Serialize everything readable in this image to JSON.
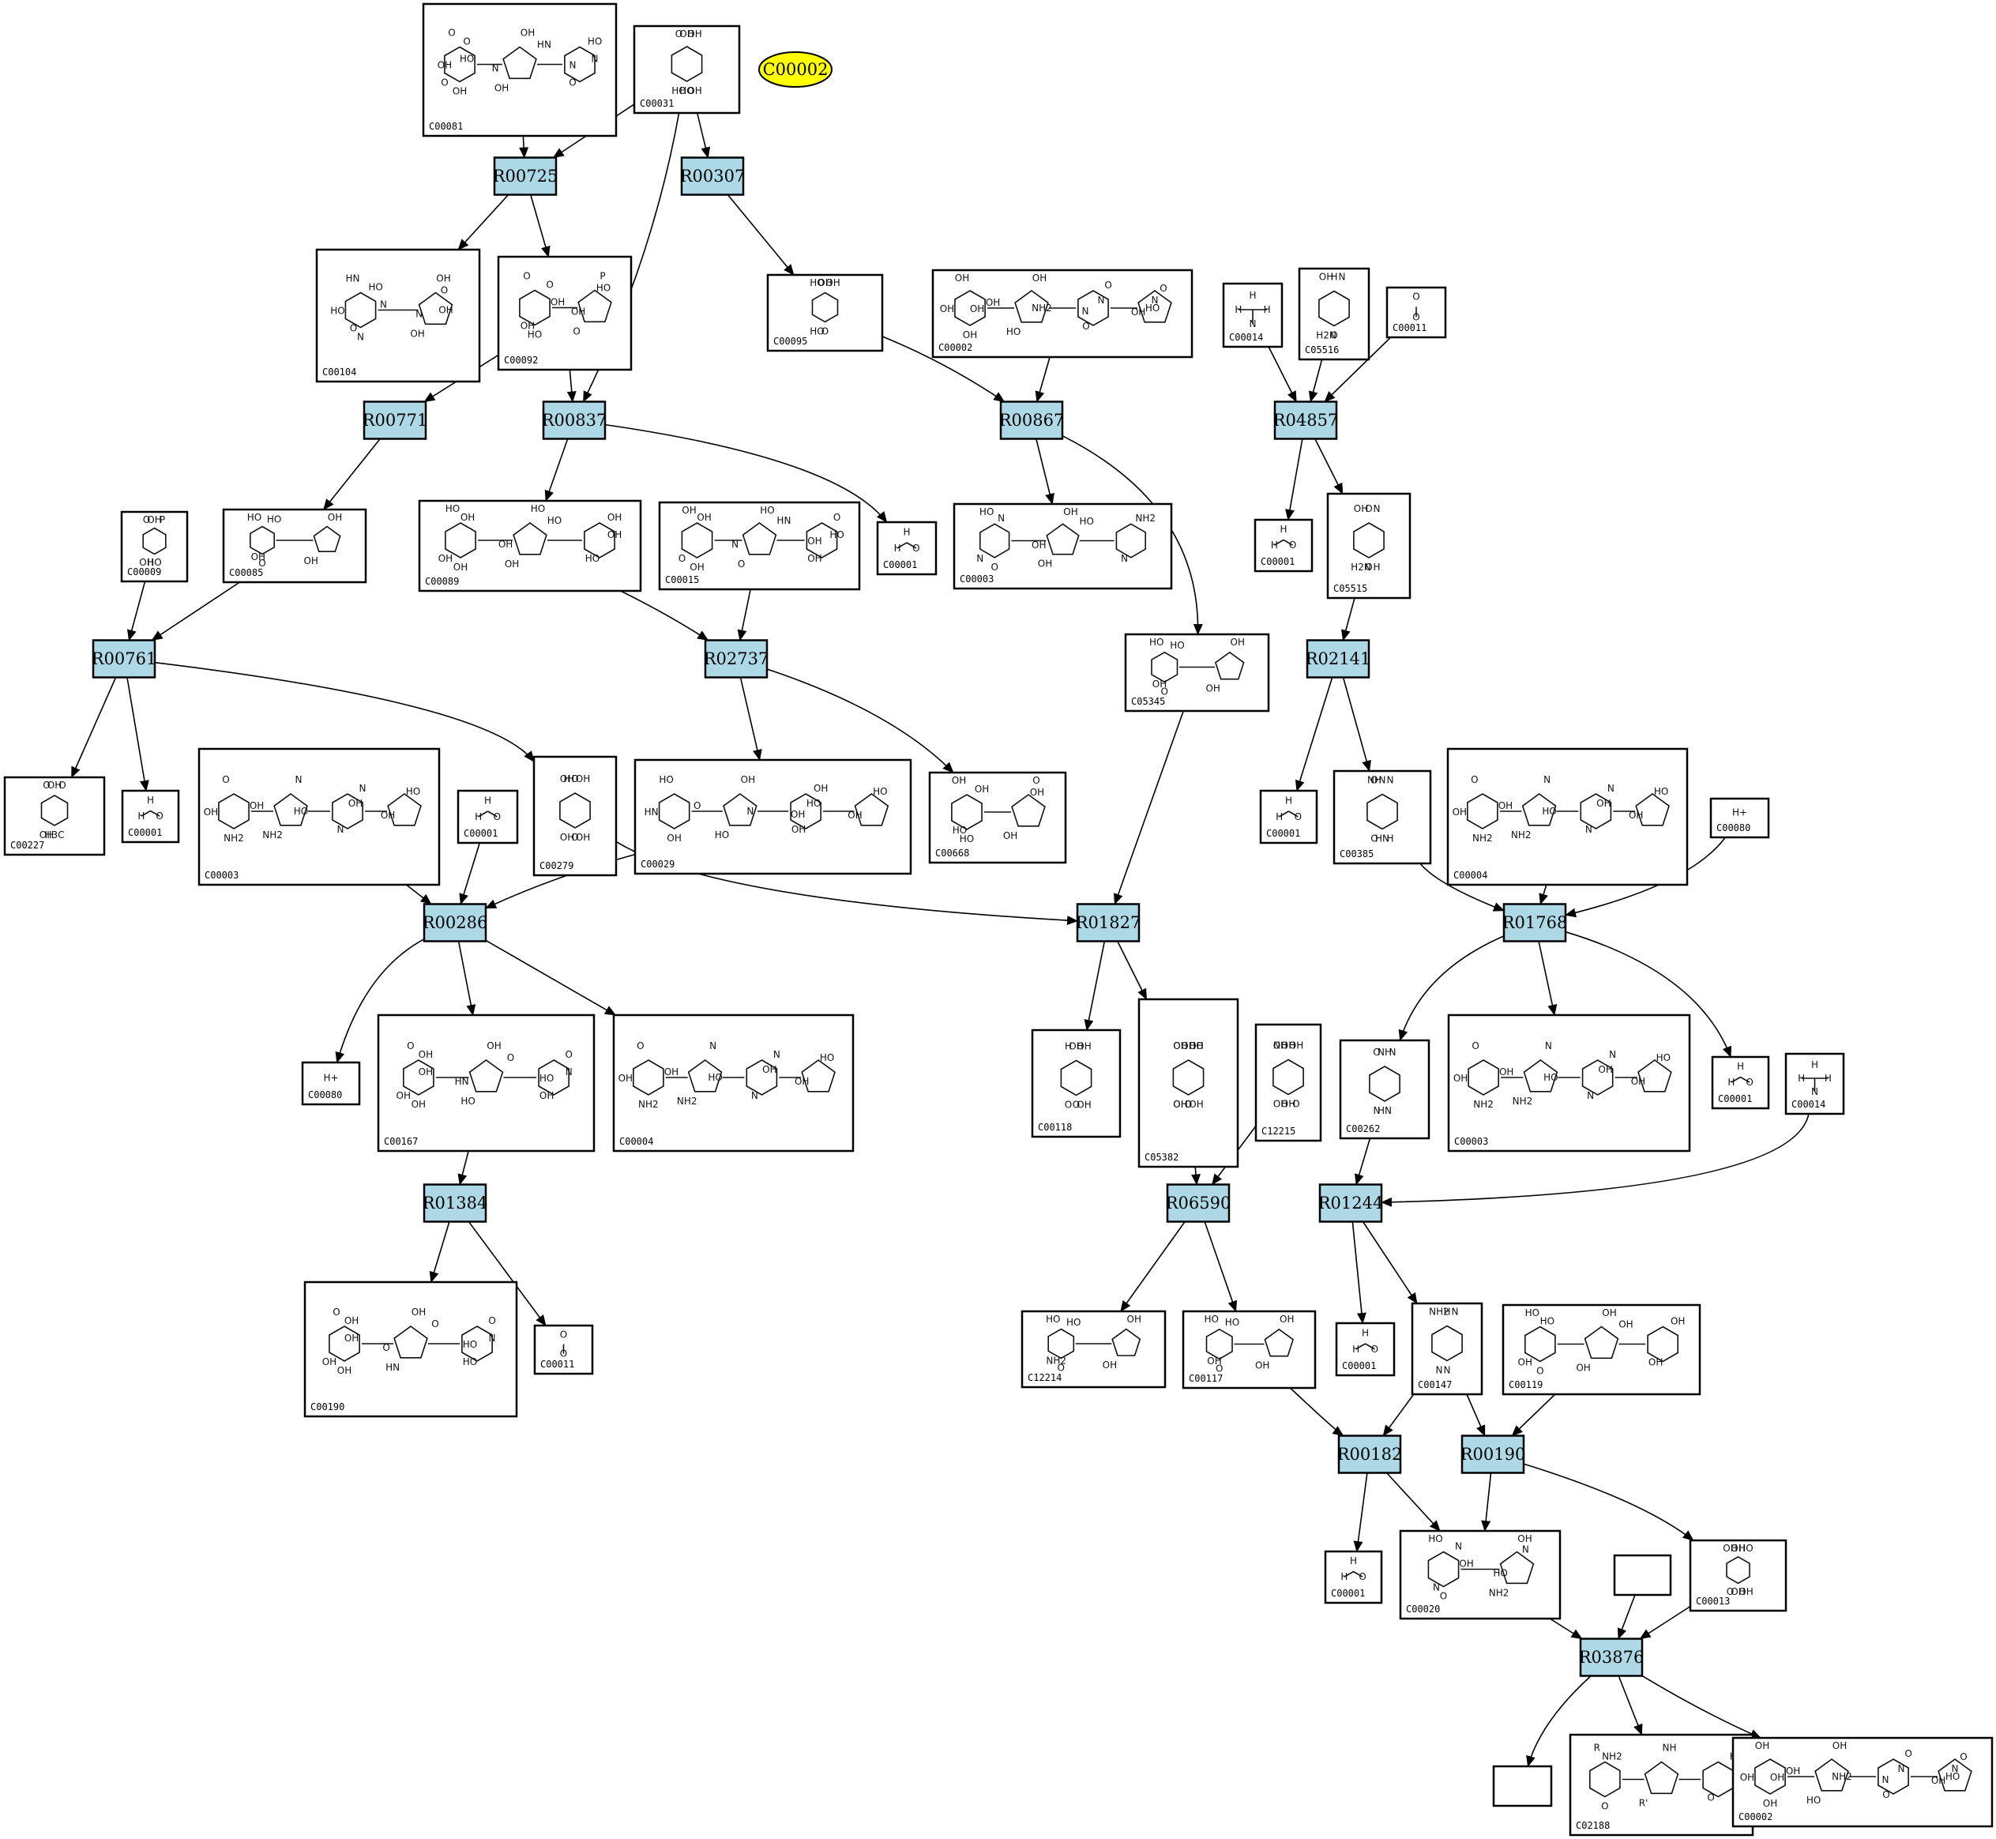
{
  "highlight": {
    "label": "C00002",
    "color": "#ffff00"
  },
  "colors": {
    "reaction": "#add8e6",
    "compound": "#ffffff",
    "highlight": "#ffff00"
  },
  "reactions": [
    "R00725",
    "R00307",
    "R00771",
    "R00837",
    "R00867",
    "R04857",
    "R00761",
    "R02737",
    "R02141",
    "R00286",
    "R01827",
    "R01768",
    "R01384",
    "R06590",
    "R01244",
    "R00182",
    "R00190",
    "R03876"
  ],
  "compounds": [
    {
      "id": "C00081",
      "label": "C00081",
      "atoms": [
        "O",
        "OH",
        "OH",
        "OH",
        "HO",
        "O",
        "O",
        "O",
        "HN",
        "N",
        "N",
        "N",
        "HO",
        "OH"
      ]
    },
    {
      "id": "C00031",
      "label": "C00031",
      "atoms": [
        "O",
        "HO",
        "OH",
        "HO",
        "OH",
        "OH"
      ]
    },
    {
      "id": "C00104",
      "label": "C00104",
      "atoms": [
        "HN",
        "N",
        "OH",
        "OH",
        "HO",
        "O",
        "O",
        "N",
        "N",
        "HO",
        "OH"
      ]
    },
    {
      "id": "C00092",
      "label": "C00092",
      "atoms": [
        "O",
        "HO",
        "P",
        "O",
        "O",
        "OH",
        "HO",
        "OH",
        "OH"
      ]
    },
    {
      "id": "C00095",
      "label": "C00095",
      "atoms": [
        "HO",
        "O",
        "OH",
        "HO",
        "OH"
      ]
    },
    {
      "id": "C00002a",
      "label": "C00002",
      "atoms": [
        "OH",
        "OH",
        "OH",
        "HO",
        "O",
        "O",
        "O",
        "OH",
        "OH",
        "OH",
        "NH2",
        "N",
        "N",
        "N",
        "HO",
        "OH"
      ]
    },
    {
      "id": "C00014a",
      "label": "C00014",
      "atoms": [
        "H",
        "H",
        "N",
        "H"
      ]
    },
    {
      "id": "C05516",
      "label": "C05516",
      "atoms": [
        "OH",
        "O",
        "N",
        "H2N",
        "H"
      ]
    },
    {
      "id": "C00011a",
      "label": "C00011",
      "atoms": [
        "O",
        "O"
      ]
    },
    {
      "id": "C00009",
      "label": "C00009",
      "atoms": [
        "O",
        "HO",
        "P",
        "OH",
        "OH"
      ]
    },
    {
      "id": "C00085",
      "label": "C00085",
      "atoms": [
        "HO",
        "O",
        "OH",
        "OH",
        "HO",
        "OH"
      ]
    },
    {
      "id": "C00089",
      "label": "C00089",
      "atoms": [
        "HO",
        "OH",
        "HO",
        "OH",
        "OH",
        "HO",
        "OH",
        "OH",
        "HO",
        "OH",
        "OH"
      ]
    },
    {
      "id": "C00015",
      "label": "C00015",
      "atoms": [
        "OH",
        "OH",
        "HO",
        "O",
        "O",
        "OH",
        "OH",
        "O",
        "HN",
        "N",
        "HO",
        "OH"
      ]
    },
    {
      "id": "C00001a",
      "label": "C00001",
      "atoms": [
        "H",
        "O",
        "H"
      ]
    },
    {
      "id": "C00003a",
      "label": "C00003",
      "atoms": [
        "HO",
        "O",
        "OH",
        "OH",
        "NH2",
        "N",
        "N",
        "N",
        "HO",
        "OH"
      ]
    },
    {
      "id": "C00001b",
      "label": "C00001",
      "atoms": [
        "H",
        "O",
        "H"
      ]
    },
    {
      "id": "C05515",
      "label": "C05515",
      "atoms": [
        "OH",
        "O",
        "N",
        "H2N",
        "O",
        "H"
      ]
    },
    {
      "id": "C05345",
      "label": "C05345",
      "atoms": [
        "HO",
        "O",
        "OH",
        "OH",
        "HO",
        "OH"
      ]
    },
    {
      "id": "C00227",
      "label": "C00227",
      "atoms": [
        "O",
        "H3C",
        "O",
        "OH",
        "OH"
      ]
    },
    {
      "id": "C00001c",
      "label": "C00001",
      "atoms": [
        "H",
        "O",
        "H"
      ]
    },
    {
      "id": "C00003b",
      "label": "C00003",
      "atoms": [
        "O",
        "NH2",
        "N",
        "NH2",
        "N",
        "N",
        "HO",
        "OH",
        "OH",
        "OH",
        "HO",
        "OH"
      ]
    },
    {
      "id": "C00001d",
      "label": "C00001",
      "atoms": [
        "H",
        "O",
        "H"
      ]
    },
    {
      "id": "C00279",
      "label": "C00279",
      "atoms": [
        "H",
        "O",
        "OH",
        "OH",
        "O",
        "OH",
        "OH"
      ]
    },
    {
      "id": "C00029",
      "label": "C00029",
      "atoms": [
        "HO",
        "OH",
        "OH",
        "HO",
        "OH",
        "OH",
        "HO",
        "OH",
        "O",
        "HN",
        "N",
        "HO",
        "OH"
      ]
    },
    {
      "id": "C00668",
      "label": "C00668",
      "atoms": [
        "OH",
        "HO",
        "O",
        "OH",
        "OH",
        "HO",
        "OH"
      ]
    },
    {
      "id": "C00001e",
      "label": "C00001",
      "atoms": [
        "H",
        "O",
        "H"
      ]
    },
    {
      "id": "C00385",
      "label": "C00385",
      "atoms": [
        "O",
        "HN",
        "N",
        "O",
        "N",
        "H",
        "NH"
      ]
    },
    {
      "id": "C00004a",
      "label": "C00004",
      "atoms": [
        "O",
        "NH2",
        "N",
        "NH2",
        "N",
        "N",
        "HO",
        "OH",
        "OH",
        "OH",
        "HO",
        "OH"
      ]
    },
    {
      "id": "C00080a",
      "label": "C00080",
      "atoms": [
        "H+"
      ]
    },
    {
      "id": "C00080b",
      "label": "C00080",
      "atoms": [
        "H+"
      ]
    },
    {
      "id": "C00167",
      "label": "C00167",
      "atoms": [
        "O",
        "OH",
        "OH",
        "HO",
        "O",
        "OH",
        "OH",
        "OH",
        "O",
        "HN",
        "N",
        "HO",
        "OH"
      ]
    },
    {
      "id": "C00004b",
      "label": "C00004",
      "atoms": [
        "O",
        "NH2",
        "N",
        "NH2",
        "N",
        "N",
        "HO",
        "OH",
        "OH",
        "OH",
        "HO",
        "OH"
      ]
    },
    {
      "id": "C00118",
      "label": "C00118",
      "atoms": [
        "H",
        "O",
        "OH",
        "O",
        "OH",
        "OH"
      ]
    },
    {
      "id": "C05382",
      "label": "C05382",
      "atoms": [
        "OH",
        "O",
        "HO",
        "OH",
        "OH",
        "OH",
        "OH",
        "O",
        "OH",
        "OH"
      ]
    },
    {
      "id": "C12215",
      "label": "C12215",
      "atoms": [
        "NH",
        "OH",
        "OH",
        "OH",
        "OH",
        "O",
        "OH"
      ]
    },
    {
      "id": "C00262",
      "label": "C00262",
      "atoms": [
        "O",
        "HN",
        "N",
        "N",
        "NH"
      ]
    },
    {
      "id": "C00003c",
      "label": "C00003",
      "atoms": [
        "O",
        "NH2",
        "N",
        "NH2",
        "N",
        "N",
        "HO",
        "OH",
        "OH",
        "OH",
        "HO",
        "OH"
      ]
    },
    {
      "id": "C00001f",
      "label": "C00001",
      "atoms": [
        "H",
        "O",
        "H"
      ]
    },
    {
      "id": "C00014b",
      "label": "C00014",
      "atoms": [
        "H",
        "H",
        "N",
        "H"
      ]
    },
    {
      "id": "C00190",
      "label": "C00190",
      "atoms": [
        "O",
        "OH",
        "OH",
        "HN",
        "O",
        "HO",
        "OH",
        "OH",
        "O",
        "O",
        "N",
        "HO",
        "OH"
      ]
    },
    {
      "id": "C00011b",
      "label": "C00011",
      "atoms": [
        "O",
        "O"
      ]
    },
    {
      "id": "C12214",
      "label": "C12214",
      "atoms": [
        "HO",
        "O",
        "OH",
        "OH",
        "HO",
        "NH2"
      ]
    },
    {
      "id": "C00117",
      "label": "C00117",
      "atoms": [
        "HO",
        "O",
        "OH",
        "OH",
        "HO",
        "OH"
      ]
    },
    {
      "id": "C00001g",
      "label": "C00001",
      "atoms": [
        "H",
        "O",
        "H"
      ]
    },
    {
      "id": "C00147",
      "label": "C00147",
      "atoms": [
        "NH2",
        "N",
        "N",
        "N",
        "H"
      ]
    },
    {
      "id": "C00119",
      "label": "C00119",
      "atoms": [
        "HO",
        "O",
        "OH",
        "OH",
        "OH",
        "OH",
        "HO",
        "OH",
        "OH"
      ]
    },
    {
      "id": "C00001h",
      "label": "C00001",
      "atoms": [
        "H",
        "O",
        "H"
      ]
    },
    {
      "id": "C00020",
      "label": "C00020",
      "atoms": [
        "HO",
        "O",
        "OH",
        "NH2",
        "N",
        "N",
        "N",
        "HO",
        "OH"
      ]
    },
    {
      "id": "C00013",
      "label": "C00013",
      "atoms": [
        "OH",
        "OH",
        "HO",
        "O",
        "OH",
        "OH"
      ]
    },
    {
      "id": "Cblank1",
      "label": "",
      "atoms": []
    },
    {
      "id": "Cblank2",
      "label": "",
      "atoms": []
    },
    {
      "id": "C02188",
      "label": "C02188",
      "atoms": [
        "R",
        "O",
        "NH",
        "R'",
        "H",
        "O",
        "NH2"
      ]
    },
    {
      "id": "C00002b",
      "label": "C00002",
      "atoms": [
        "OH",
        "OH",
        "OH",
        "HO",
        "O",
        "O",
        "O",
        "OH",
        "OH",
        "OH",
        "NH2",
        "N",
        "N",
        "N",
        "HO",
        "OH"
      ]
    }
  ]
}
